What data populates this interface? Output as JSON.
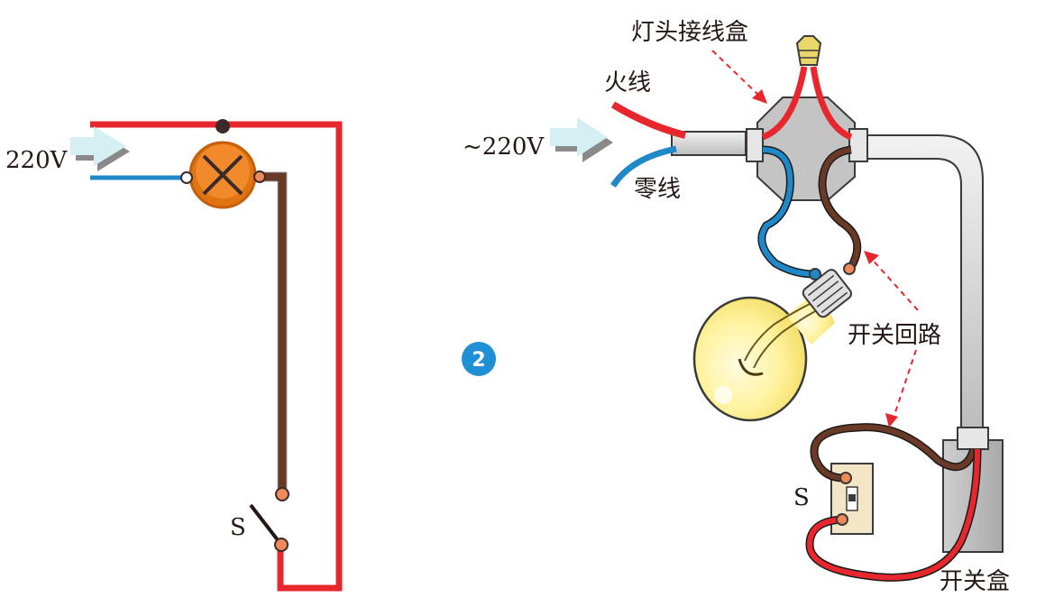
{
  "colors": {
    "live_wire": "#e8262d",
    "neutral_wire": "#1f88c9",
    "switched_wire": "#6a3a26",
    "lamp_fill": "#ef7d1a",
    "badge": "#1f8fd6",
    "terminal": "#f08a5a",
    "conduit": "#dcdcdc",
    "box": "#bdbdbd",
    "bulb_glass": "#fff3a0",
    "arrow_fill": "#d5f0f2"
  },
  "left_diagram": {
    "voltage": "220V",
    "switch_label": "S"
  },
  "badge_number": "2",
  "right_diagram": {
    "voltage": "~220V",
    "label_live": "火线",
    "label_neutral": "零线",
    "label_junction_box": "灯头接线盒",
    "label_switch_loop": "开关回路",
    "label_switch": "S",
    "label_switch_box": "开关盒"
  }
}
